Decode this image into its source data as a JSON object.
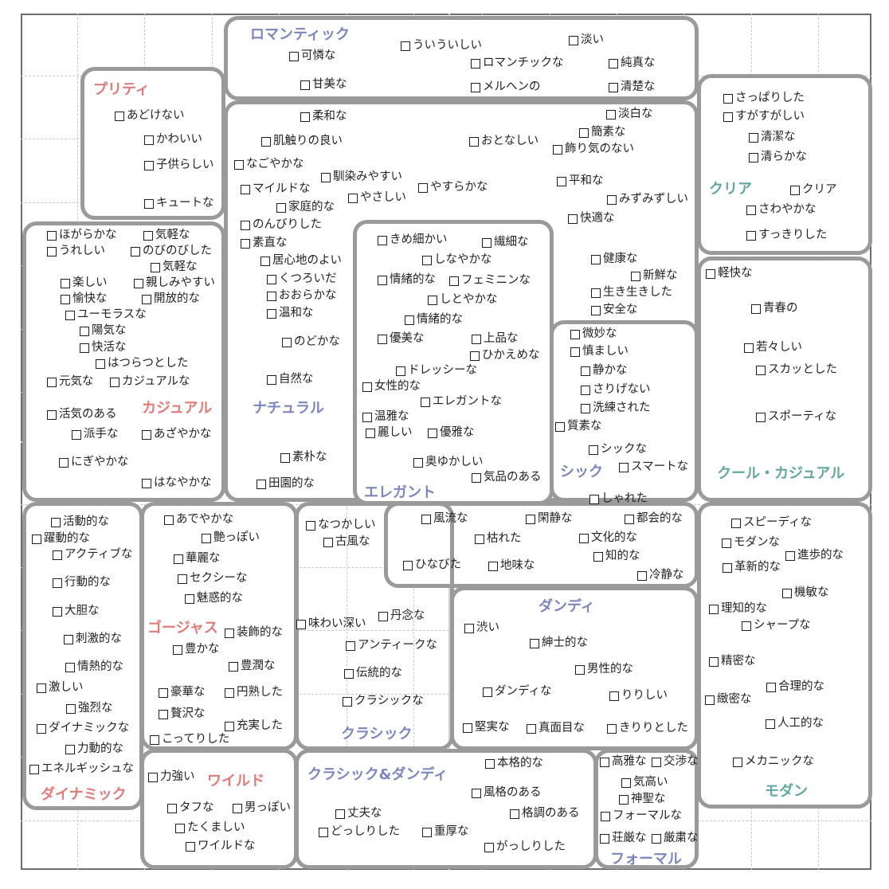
{
  "groups": [
    {
      "key": "romantic",
      "name": "ロマンティック",
      "color": "#7b86be"
    },
    {
      "key": "pretty",
      "name": "プリティ",
      "color": "#e07b78"
    },
    {
      "key": "clear",
      "name": "クリア",
      "color": "#62a89e"
    },
    {
      "key": "casual",
      "name": "カジュアル",
      "color": "#e07b78"
    },
    {
      "key": "natural",
      "name": "ナチュラル",
      "color": "#7b86be"
    },
    {
      "key": "elegant",
      "name": "エレガント",
      "color": "#7b86be"
    },
    {
      "key": "chic",
      "name": "シック",
      "color": "#7b86be"
    },
    {
      "key": "coolcasual",
      "name": "クール・カジュアル",
      "color": "#62a89e"
    },
    {
      "key": "gorgeous",
      "name": "ゴージャス",
      "color": "#e07b78"
    },
    {
      "key": "classic",
      "name": "クラシック",
      "color": "#7b86be"
    },
    {
      "key": "dandy",
      "name": "ダンディ",
      "color": "#7b86be"
    },
    {
      "key": "dynamic",
      "name": "ダイナミック",
      "color": "#e07b78"
    },
    {
      "key": "wild",
      "name": "ワイルド",
      "color": "#e07b78"
    },
    {
      "key": "classicdandy",
      "name": "クラシック&ダンディ",
      "color": "#7b86be"
    },
    {
      "key": "formal",
      "name": "フォーマル",
      "color": "#7b86be"
    },
    {
      "key": "modern",
      "name": "モダン",
      "color": "#62a89e"
    }
  ],
  "words": [
    "可憐な",
    "甘美な",
    "ういういしい",
    "淡い",
    "ロマンチックな",
    "純真な",
    "メルヘンの",
    "清楚な",
    "あどけない",
    "かわいい",
    "子供らしい",
    "キュートな",
    "柔和な",
    "肌触りの良い",
    "なごやかな",
    "馴染みやすい",
    "マイルドな",
    "やさしい",
    "やすらかな",
    "家庭的な",
    "のんびりした",
    "素直な",
    "居心地のよい",
    "くつろいだ",
    "おおらかな",
    "温和な",
    "のどかな",
    "自然な",
    "素朴な",
    "田園的な",
    "淡白な",
    "簡素な",
    "おとなしい",
    "飾り気のない",
    "平和な",
    "みずみずしい",
    "快適な",
    "健康な",
    "新鮮な",
    "生き生きした",
    "安全な",
    "さっぱりした",
    "すがすがしい",
    "清潔な",
    "清らかな",
    "クリア",
    "さわやかな",
    "すっきりした",
    "ほがらかな",
    "気軽な",
    "うれしい",
    "のびのびした",
    "気軽な",
    "楽しい",
    "親しみやすい",
    "愉快な",
    "開放的な",
    "ユーモラスな",
    "陽気な",
    "快活な",
    "はつらつとした",
    "元気な",
    "カジュアルな",
    "活気のある",
    "派手な",
    "あざやかな",
    "にぎやかな",
    "はなやかな",
    "きめ細かい",
    "繊細な",
    "しなやかな",
    "情緒的な",
    "フェミニンな",
    "しとやかな",
    "情緒的な",
    "優美な",
    "上品な",
    "ひかえめな",
    "ドレッシーな",
    "女性的な",
    "エレガントな",
    "温雅な",
    "麗しい",
    "優雅な",
    "奥ゆかしい",
    "気品のある",
    "微妙な",
    "慎ましい",
    "静かな",
    "さりげない",
    "洗練された",
    "質素な",
    "シックな",
    "スマートな",
    "しゃれた",
    "軽快な",
    "青春の",
    "若々しい",
    "スカッとした",
    "スポーティな",
    "活動的な",
    "躍動的な",
    "アクティブな",
    "行動的な",
    "大胆な",
    "刺激的な",
    "情熱的な",
    "激しい",
    "強烈な",
    "ダイナミックな",
    "力動的な",
    "エネルギッシュな",
    "あでやかな",
    "艶っぽい",
    "華麗な",
    "セクシーな",
    "魅惑的な",
    "装飾的な",
    "豊かな",
    "豊潤な",
    "豪華な",
    "円熟した",
    "贅沢な",
    "充実した",
    "こってりした",
    "なつかしい",
    "古風な",
    "風流な",
    "閑静な",
    "都会的な",
    "枯れた",
    "文化的な",
    "知的な",
    "ひなびた",
    "地味な",
    "冷静な",
    "味わい深い",
    "丹念な",
    "アンティークな",
    "伝統的な",
    "クラシックな",
    "渋い",
    "紳士的な",
    "男性的な",
    "ダンディな",
    "りりしい",
    "堅実な",
    "真面目な",
    "きりりとした",
    "スピーディな",
    "モダンな",
    "進歩的な",
    "革新的な",
    "機敏な",
    "理知的な",
    "シャープな",
    "精密な",
    "合理的な",
    "緻密な",
    "人工的な",
    "メカニックな",
    "力強い",
    "タフな",
    "男っぽい",
    "たくましい",
    "ワイルドな",
    "本格的な",
    "風格のある",
    "格調のある",
    "丈夫な",
    "どっしりした",
    "重厚な",
    "がっしりした",
    "高雅な",
    "交渉な",
    "気高い",
    "神聖な",
    "フォーマルな",
    "荘厳な",
    "厳粛な"
  ]
}
